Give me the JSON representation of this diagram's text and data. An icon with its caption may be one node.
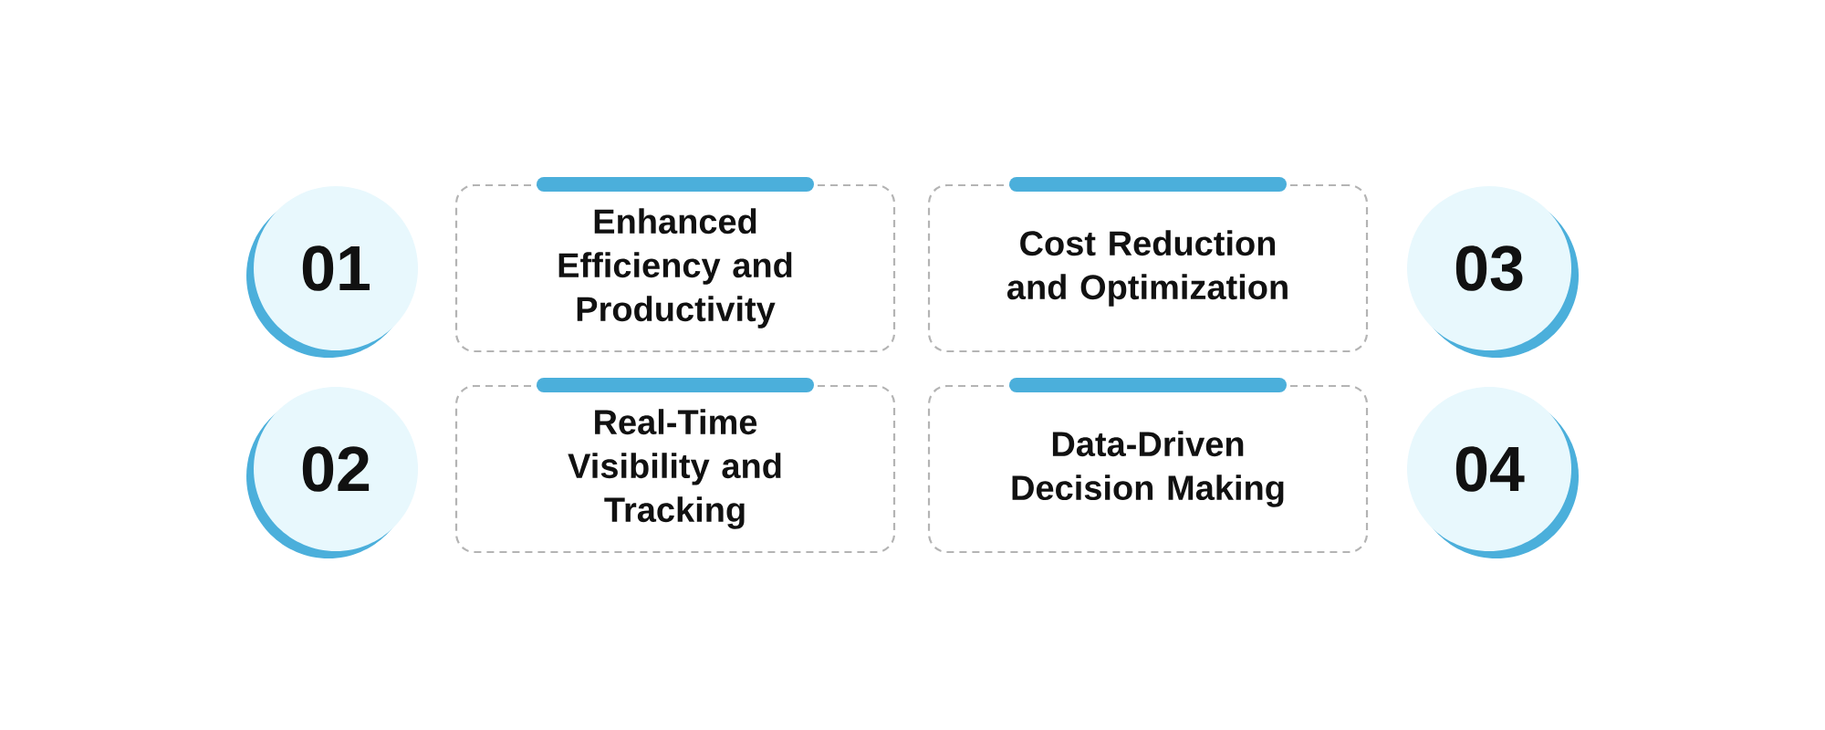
{
  "diagram": {
    "nodes": [
      {
        "text": [
          "01"
        ]
      },
      {
        "text": [
          "Enhanced Efficiency and Productivity"
        ]
      },
      {
        "text": [
          "Cost Reduction and Optimization"
        ]
      },
      {
        "text": [
          "03"
        ]
      },
      {
        "text": [
          "02"
        ]
      },
      {
        "text": [
          "Real-Time Visibility and Tracking"
        ]
      },
      {
        "text": [
          "Data-Driven Decision Making"
        ]
      },
      {
        "text": [
          "04"
        ]
      }
    ]
  }
}
